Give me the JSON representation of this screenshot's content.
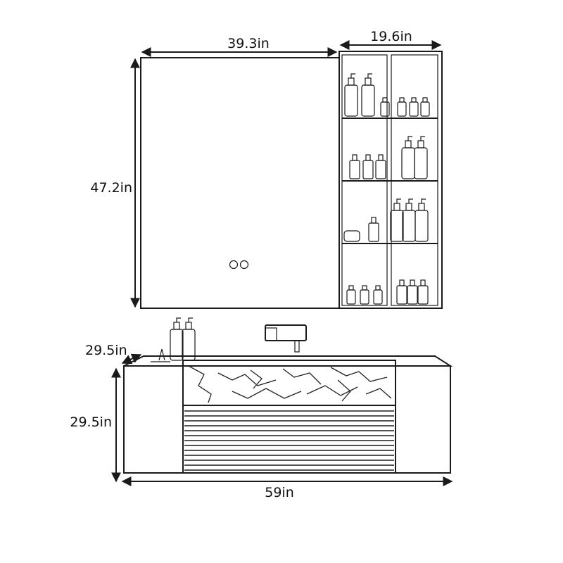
{
  "dimensions": {
    "mirror_width": "39.3in",
    "cabinet_width": "19.6in",
    "mirror_height": "47.2in",
    "vanity_depth": "29.5in",
    "vanity_height": "29.5in",
    "vanity_width": "59in"
  },
  "colors": {
    "line": "#1a1a1a",
    "background": "#ffffff"
  }
}
